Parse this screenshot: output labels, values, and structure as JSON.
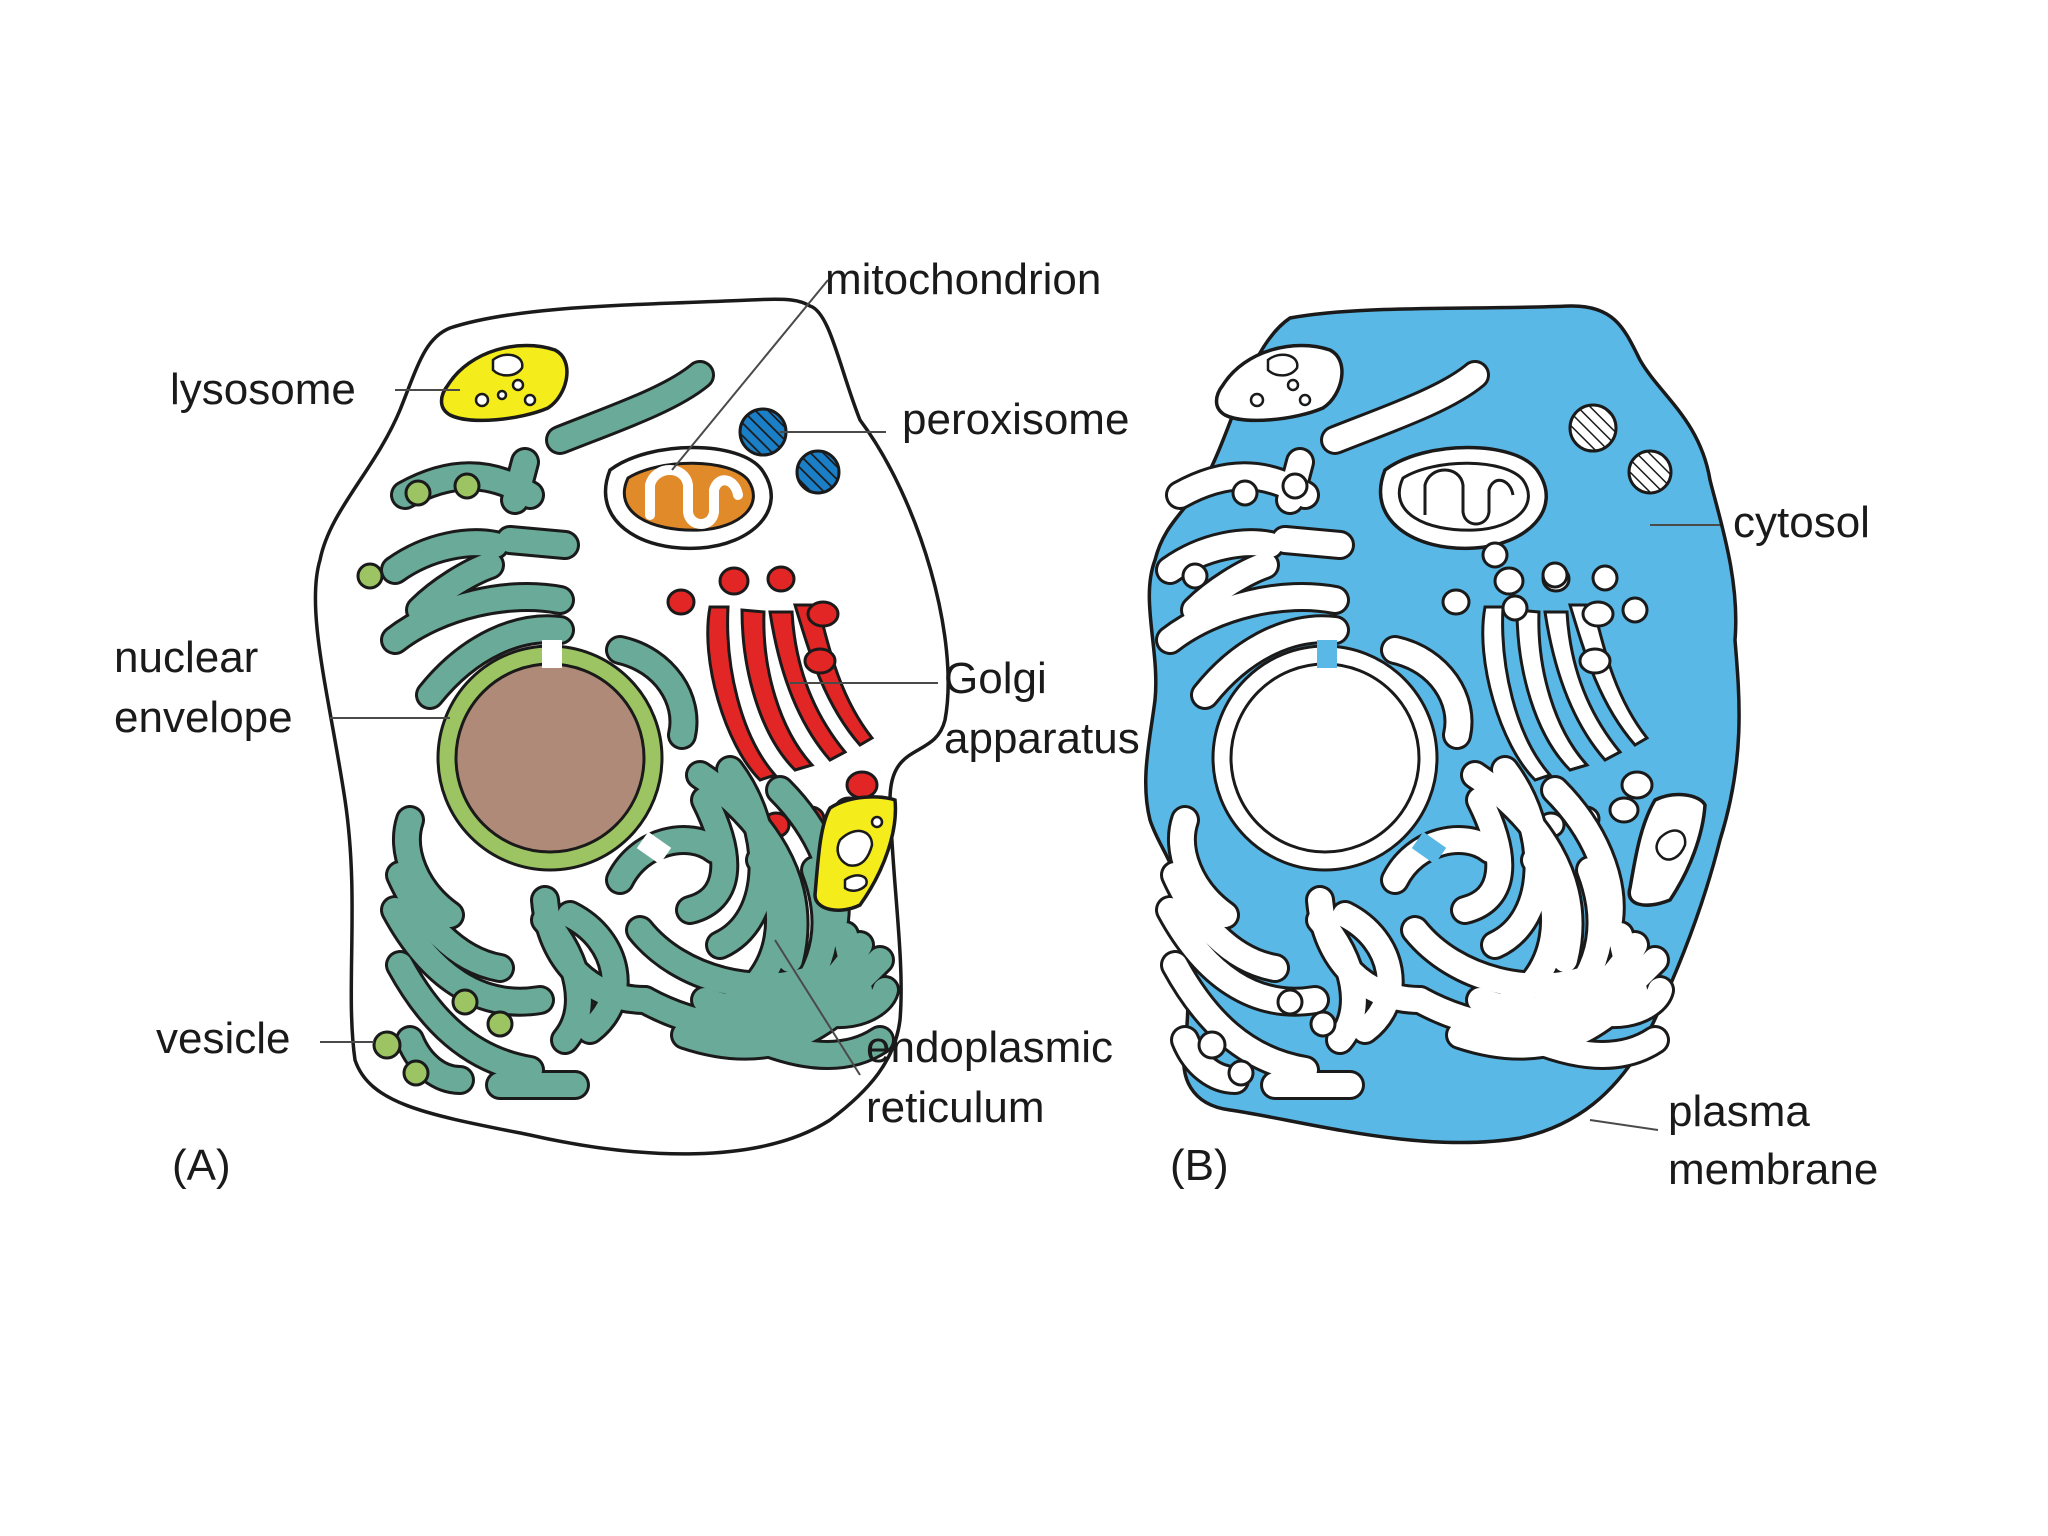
{
  "colors": {
    "page_background": "#ffffff",
    "cell_a_fill": "#ffffff",
    "cell_b_cytosol": "#5ab8e6",
    "endoplasmic_reticulum": "#6aaa98",
    "vesicle": "#9cc462",
    "nuclear_envelope": "#9cc462",
    "nucleus": "#b08a78",
    "golgi": "#e22525",
    "mitochondrion": "#e08a2a",
    "peroxisome": "#1a7fc6",
    "lysosome": "#f5ec1c",
    "outline": "#1a1a1a"
  },
  "panel_a": {
    "tag": "(A)",
    "labels": {
      "mitochondrion": "mitochondrion",
      "lysosome": "lysosome",
      "peroxisome": "peroxisome",
      "nuclear_envelope_line1": "nuclear",
      "nuclear_envelope_line2": "envelope",
      "golgi_line1": "Golgi",
      "golgi_line2": "apparatus",
      "vesicle": "vesicle",
      "er_line1": "endoplasmic",
      "er_line2": "reticulum"
    }
  },
  "panel_b": {
    "tag": "(B)",
    "labels": {
      "cytosol": "cytosol",
      "plasma_membrane_line1": "plasma",
      "plasma_membrane_line2": "membrane"
    }
  }
}
